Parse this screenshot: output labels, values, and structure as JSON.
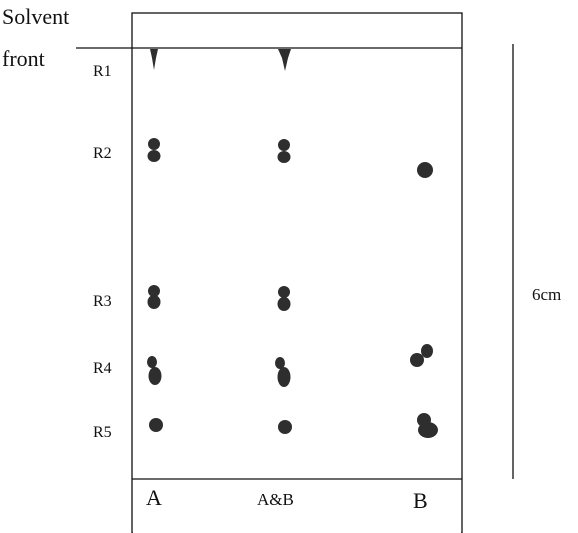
{
  "header_label": [
    "Solvent",
    "front"
  ],
  "row_labels": [
    "R1",
    "R2",
    "R3",
    "R4",
    "R5"
  ],
  "lane_labels": [
    "A",
    "A&B",
    "B"
  ],
  "scale_label": "6cm"
}
